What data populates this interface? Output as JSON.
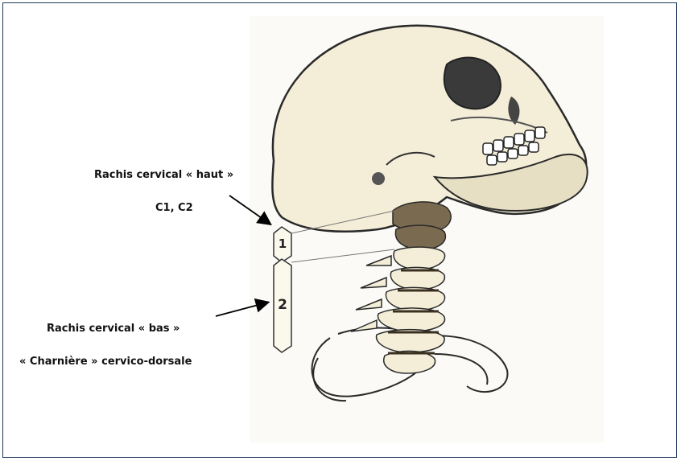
{
  "labels": {
    "upper_title": "Rachis cervical « haut »",
    "upper_levels": "C1, C2",
    "lower_title": "Rachis cervical « bas »",
    "lower_subtitle": "« Charnière » cervico-dorsale",
    "marker_1": "1",
    "marker_2": "2"
  },
  "colors": {
    "border": "#1f3a5f",
    "bone": "#f4eed8",
    "bone_outline": "#2a2a2a",
    "upper_vertebrae": "#7a6a4f",
    "disc": "#3a3020",
    "arrow": "#000000"
  }
}
